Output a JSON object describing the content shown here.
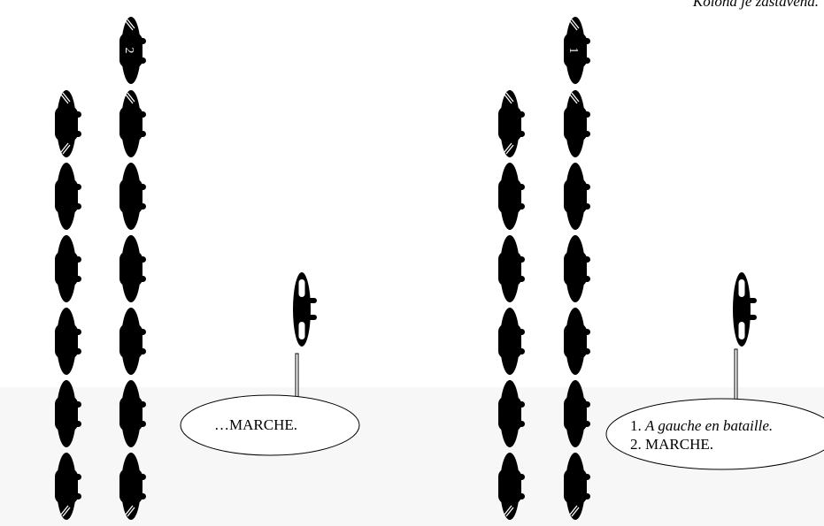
{
  "caption": "Kolona je zastavena.",
  "left_panel": {
    "leader_number": "2",
    "command": "…MARCHE."
  },
  "right_panel": {
    "leader_number": "1",
    "command_line1_prefix": "1. ",
    "command_line1_italic": "A gauche en bataille.",
    "command_line2": "2. MARCHE."
  },
  "colors": {
    "figure": "#000000",
    "band": "#f7f7f7",
    "background": "#ffffff"
  }
}
